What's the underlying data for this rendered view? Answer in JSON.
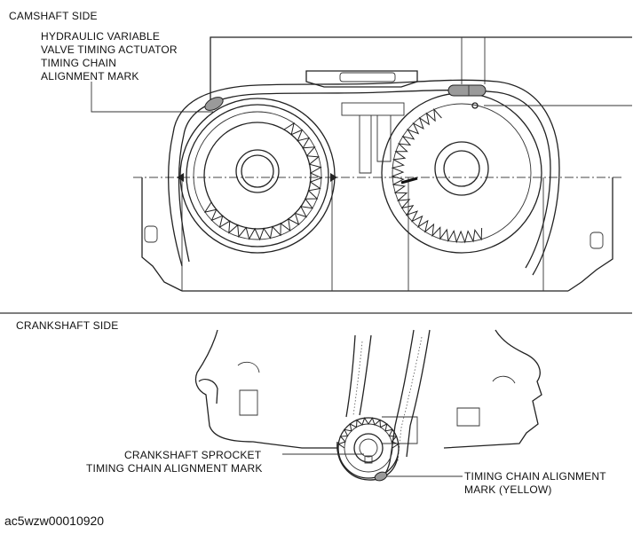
{
  "camshaft": {
    "section_title": "CAMSHAFT SIDE",
    "callout_label": [
      "HYDRAULIC VARIABLE",
      "VALVE TIMING ACTUATOR",
      "TIMING CHAIN",
      "ALIGNMENT MARK"
    ]
  },
  "crankshaft": {
    "section_title": "CRANKSHAFT SIDE",
    "sprocket_label": [
      "CRANKSHAFT SPROCKET",
      "TIMING CHAIN ALIGNMENT MARK"
    ],
    "chain_mark_label": [
      "TIMING CHAIN ALIGNMENT",
      "MARK (YELLOW)"
    ]
  },
  "figure_code": "ac5wzw00010920",
  "colors": {
    "line": "#222222",
    "mark_fill": "#9a9a9a",
    "background": "#ffffff"
  }
}
